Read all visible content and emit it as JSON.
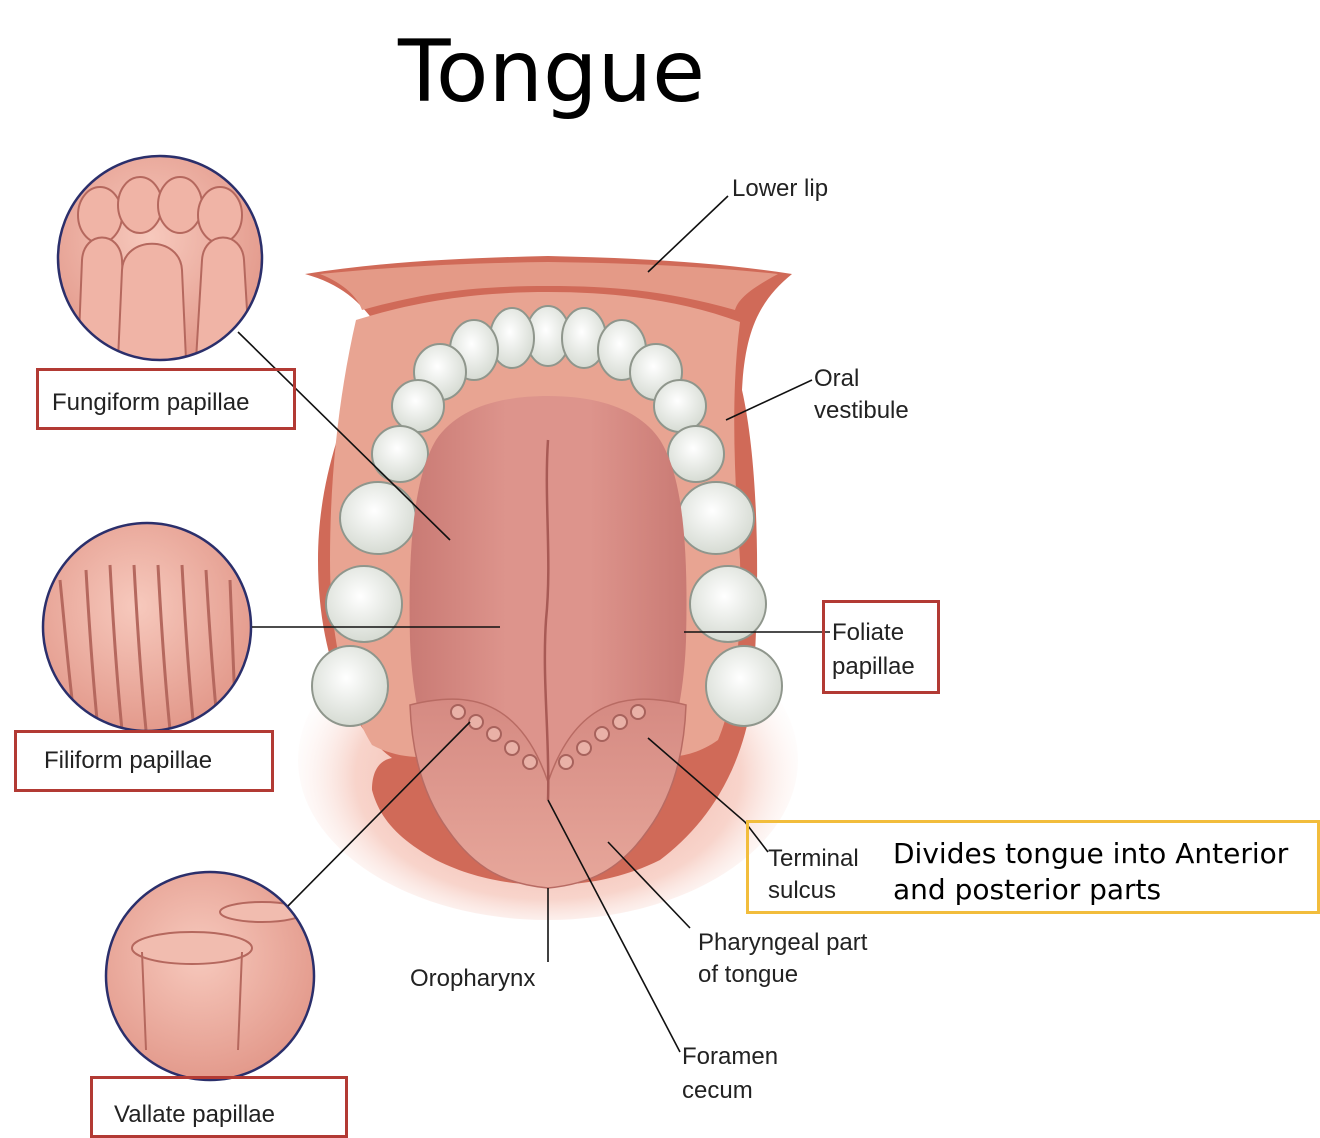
{
  "title": "Tongue",
  "labels": {
    "lower_lip": "Lower lip",
    "oral_vestibule_1": "Oral",
    "oral_vestibule_2": "vestibule",
    "foliate_1": "Foliate",
    "foliate_2": "papillae",
    "terminal_1": "Terminal",
    "terminal_2": "sulcus",
    "pharyngeal_1": "Pharyngeal part",
    "pharyngeal_2": "of tongue",
    "oropharynx": "Oropharynx",
    "foramen_1": "Foramen",
    "foramen_2": "cecum",
    "fungiform": "Fungiform papillae",
    "filiform": "Filiform papillae",
    "vallate": "Vallate papillae"
  },
  "annotation": {
    "line1": "Divides tongue into Anterior",
    "line2": "and posterior parts"
  },
  "colors": {
    "highlight_box": "#b23a34",
    "annotation_box": "#f2bd3c",
    "tongue": "#d98a83",
    "gum": "#e9a08f",
    "teeth": "#eef0ea"
  }
}
